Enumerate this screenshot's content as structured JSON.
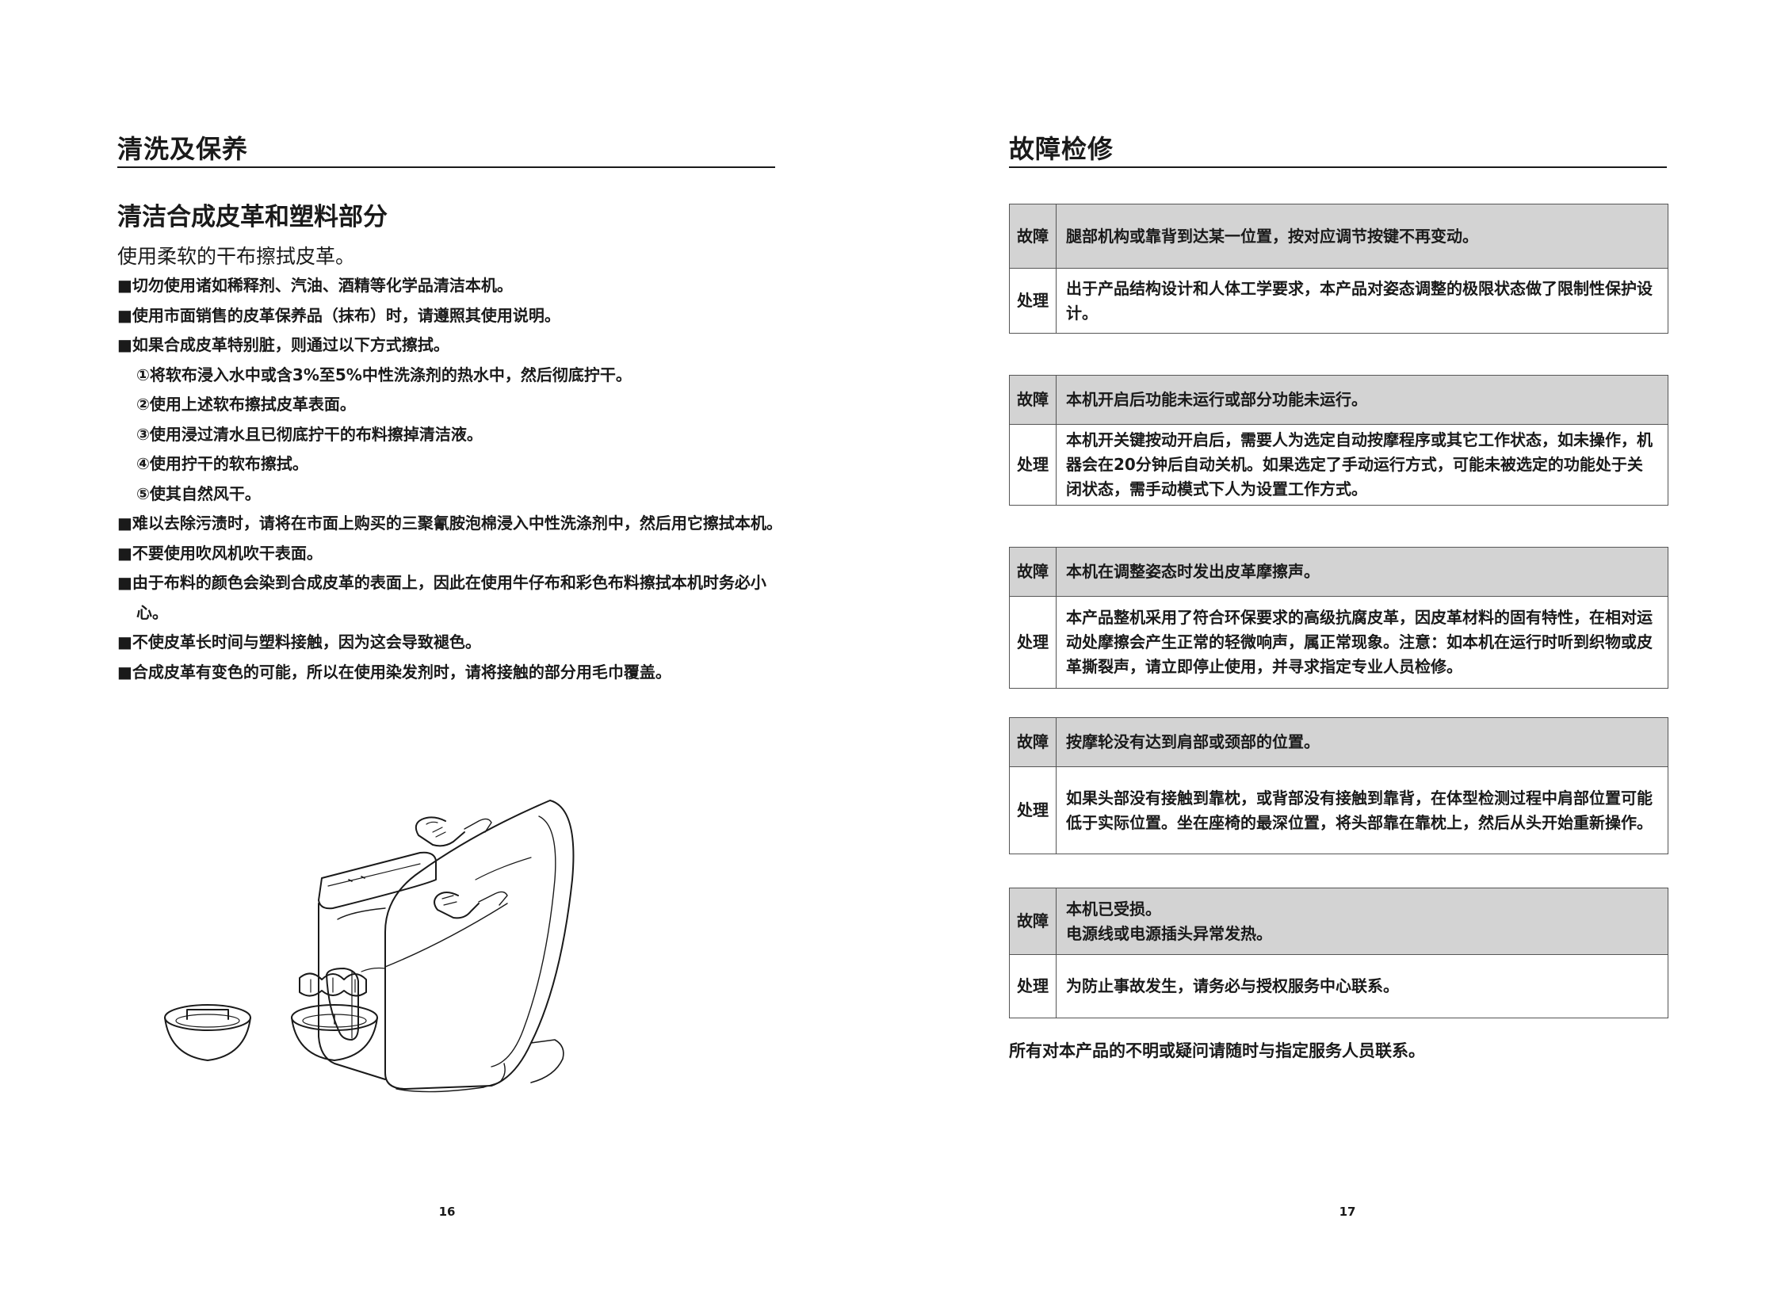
{
  "left_page": {
    "section_title": "清洗及保养",
    "subtitle": "清洁合成皮革和塑料部分",
    "lead": "使用柔软的干布擦拭皮革。",
    "items": [
      "■切勿使用诸如稀释剂、汽油、酒精等化学品清洁本机。",
      "■使用市面销售的皮革保养品（抹布）时，请遵照其使用说明。",
      "■如果合成皮革特别脏，则通过以下方式擦拭。",
      "①将软布浸入水中或含3%至5%中性洗涤剂的热水中，然后彻底拧干。",
      "②使用上述软布擦拭皮革表面。",
      "③使用浸过清水且已彻底拧干的布料擦掉清洁液。",
      "④使用拧干的软布擦拭。",
      "⑤使其自然风干。",
      "■难以去除污渍时，请将在市面上购买的三聚氰胺泡棉浸入中性洗涤剂中，然后用它擦拭本机。",
      "■不要使用吹风机吹干表面。",
      "■由于布料的颜色会染到合成皮革的表面上，因此在使用牛仔布和彩色布料擦拭本机时务必小心。",
      "■不使皮革长时间与塑料接触，因为这会导致褪色。",
      "■合成皮革有变色的可能，所以在使用染发剂时，请将接触的部分用毛巾覆盖。"
    ],
    "page_number": "16"
  },
  "right_page": {
    "section_title": "故障检修",
    "label_fault": "故障",
    "label_fix": "处理",
    "rows": [
      {
        "fault": "腿部机构或靠背到达某一位置，按对应调节按键不再变动。",
        "fix": "出于产品结构设计和人体工学要求，本产品对姿态调整的极限状态做了限制性保护设计。"
      },
      {
        "fault": "本机开启后功能未运行或部分功能未运行。",
        "fix": "本机开关键按动开启后，需要人为选定自动按摩程序或其它工作状态，如未操作，机器会在20分钟后自动关机。如果选定了手动运行方式，可能未被选定的功能处于关闭状态，需手动模式下人为设置工作方式。"
      },
      {
        "fault": "本机在调整姿态时发出皮革摩擦声。",
        "fix": "本产品整机采用了符合环保要求的高级抗腐皮革，因皮革材料的固有特性，在相对运动处摩擦会产生正常的轻微响声，属正常现象。注意：如本机在运行时听到织物或皮革撕裂声，请立即停止使用，并寻求指定专业人员检修。"
      },
      {
        "fault": "按摩轮没有达到肩部或颈部的位置。",
        "fix": "如果头部没有接触到靠枕，或背部没有接触到靠背，在体型检测过程中肩部位置可能低于实际位置。坐在座椅的最深位置，将头部靠在靠枕上，然后从头开始重新操作。"
      },
      {
        "fault_lines": [
          "本机已受损。",
          "电源线或电源插头异常发热。"
        ],
        "fix": "为防止事故发生，请务必与授权服务中心联系。"
      }
    ],
    "footer_note": "所有对本产品的不明或疑问请随时与指定服务人员联系。",
    "page_number": "17"
  }
}
